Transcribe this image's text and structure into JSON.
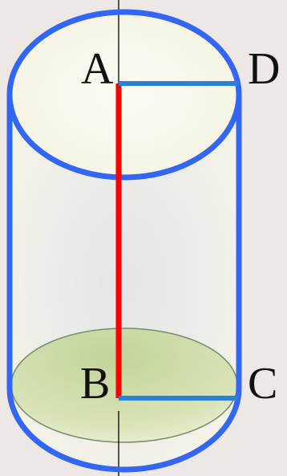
{
  "points": {
    "a": "A",
    "b": "B",
    "c": "C",
    "d": "D"
  },
  "colors": {
    "background": "#ede8e6",
    "cylinder_outline": "#3366f2",
    "axis_segment": "#ff0000",
    "radius_segment": "#2b7fd4",
    "axis_line": "#000000",
    "bottom_disk": "#c5d69a",
    "top_face": "#f7f6ea"
  }
}
